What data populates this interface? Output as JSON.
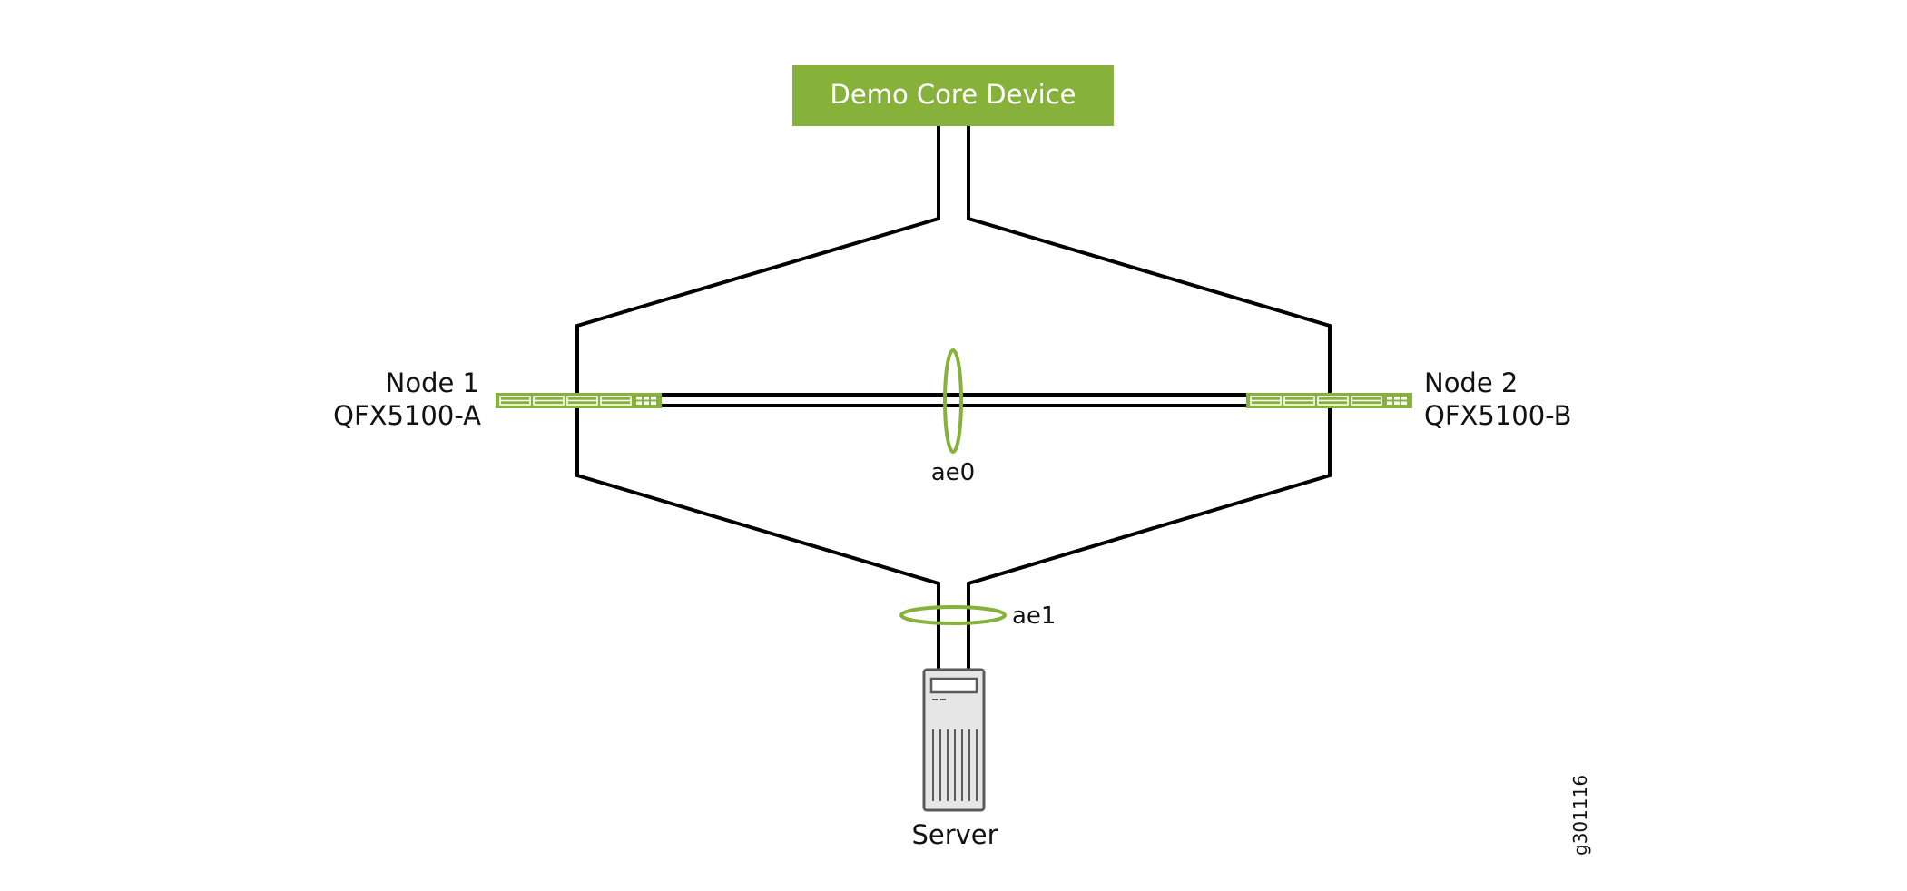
{
  "colors": {
    "accent_green": "#86B13A",
    "line": "#000000",
    "server_fill": "#E6E6E6",
    "server_stroke": "#5A5A5A",
    "text": "#111111"
  },
  "core_device": {
    "label": "Demo Core Device",
    "icon": "core-device-box"
  },
  "node1": {
    "name": "Node 1",
    "model": "QFX5100-A",
    "icon": "switch-icon"
  },
  "node2": {
    "name": "Node 2",
    "model": "QFX5100-B",
    "icon": "switch-icon"
  },
  "links": {
    "ae0": {
      "label": "ae0",
      "description": "aggregated link between Node 1 and Node 2"
    },
    "ae1": {
      "label": "ae1",
      "description": "aggregated link from nodes to server"
    }
  },
  "server": {
    "label": "Server",
    "icon": "server-tower-icon"
  },
  "figure_id": "g301116"
}
